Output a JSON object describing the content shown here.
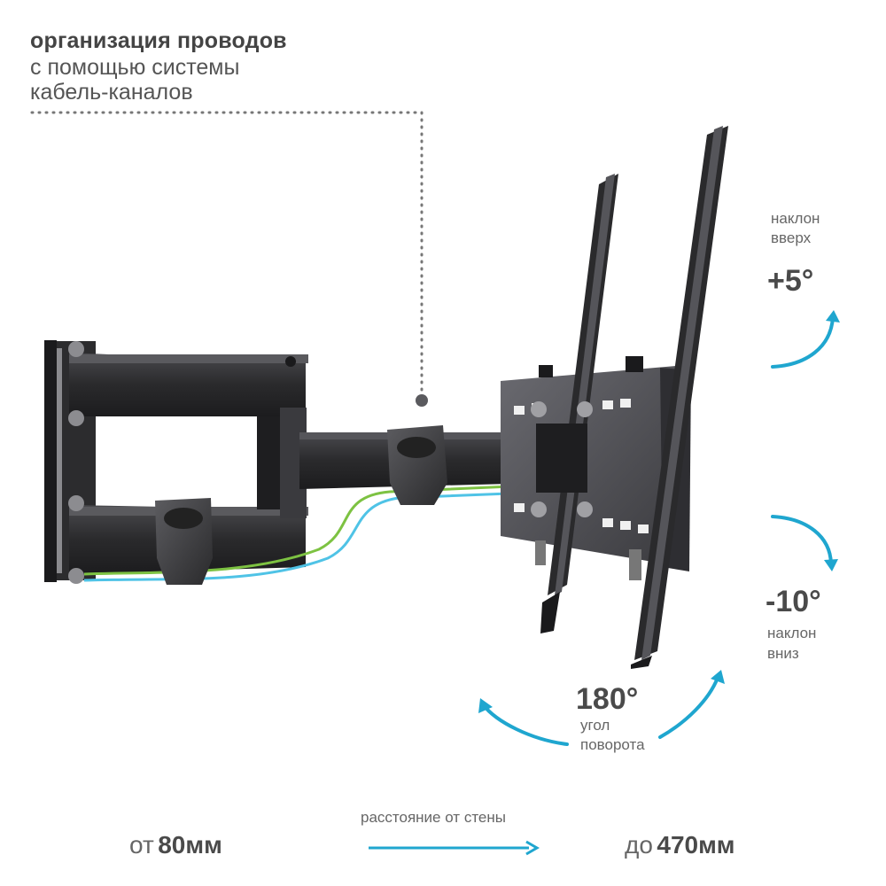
{
  "cable_note": {
    "line1": "организация проводов",
    "line2": "с помощью системы",
    "line3": "кабель-каналов"
  },
  "tilt_up": {
    "label_line1": "наклон",
    "label_line2": "вверх",
    "value": "+5°"
  },
  "tilt_down": {
    "value": "-10°",
    "label_line1": "наклон",
    "label_line2": "вниз"
  },
  "rotation": {
    "value": "180°",
    "label_line1": "угол",
    "label_line2": "поворота"
  },
  "distance": {
    "caption": "расстояние от стены",
    "from_prefix": "от",
    "from_value": "80мм",
    "to_prefix": "до",
    "to_value": "470мм"
  },
  "colors": {
    "accent_arrow": "#1fa6cf",
    "cable_green": "#7dc242",
    "cable_blue": "#4fc3e6",
    "metal_dark": "#2b2b2d",
    "metal_mid": "#4a4a4d"
  },
  "product_image": "tv-wall-mount-icon"
}
